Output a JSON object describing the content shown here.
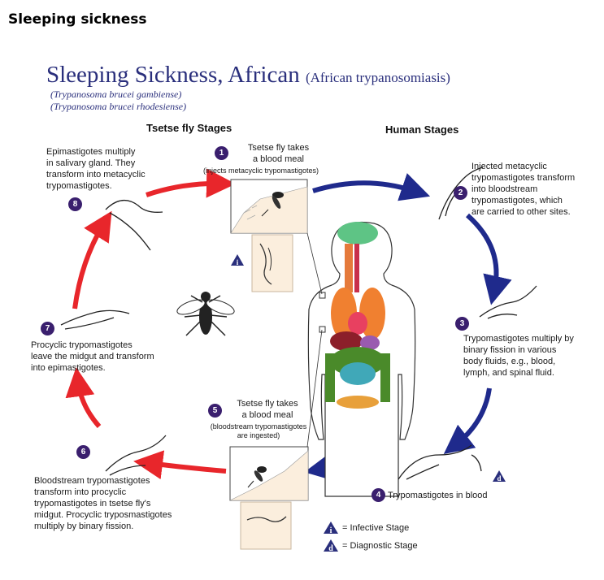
{
  "page_heading": "Sleeping sickness",
  "title": {
    "main": "Sleeping Sickness, African",
    "sub": "(African trypanosomiasis)"
  },
  "species": [
    "(Trypanosoma brucei gambiense)",
    "(Trypanosoma brucei rhodesiense)"
  ],
  "columns": {
    "tsetse": "Tsetse fly Stages",
    "human": "Human Stages"
  },
  "steps": [
    {
      "n": "1",
      "lines": [
        "Tsetse fly takes",
        "a blood meal"
      ],
      "note": "(injects metacyclic trypomastigotes)"
    },
    {
      "n": "2",
      "lines": [
        "Injected metacyclic",
        "trypomastigotes transform",
        "into bloodstream",
        "trypomastigotes, which",
        "are carried to other sites."
      ]
    },
    {
      "n": "3",
      "lines": [
        "Trypomastigotes multiply by",
        "binary fission in various",
        "body fluids, e.g., blood,",
        "lymph, and spinal fluid."
      ]
    },
    {
      "n": "4",
      "lines": [
        "Trypomastigotes in blood"
      ]
    },
    {
      "n": "5",
      "lines": [
        "Tsetse fly takes",
        "a blood meal"
      ],
      "note": [
        "(bloodstream trypomastigotes",
        "are ingested)"
      ]
    },
    {
      "n": "6",
      "lines": [
        "Bloodstream trypomastigotes",
        "transform into procyclic",
        "trypomastigotes in tsetse fly's",
        "midgut. Procyclic tryposmastigotes",
        "multiply by binary fission."
      ]
    },
    {
      "n": "7",
      "lines": [
        "Procyclic trypomastigotes",
        "leave the midgut and transform",
        "into epimastigotes."
      ]
    },
    {
      "n": "8",
      "lines": [
        "Epimastigotes multiply",
        "in salivary gland. They",
        "transform into metacyclic",
        "trypomastigotes."
      ]
    }
  ],
  "legend": {
    "infective_symbol": "i",
    "infective_label": "= Infective Stage",
    "diagnostic_symbol": "d",
    "diagnostic_label": "= Diagnostic Stage"
  },
  "colors": {
    "red_arrow": "#e8262b",
    "blue_arrow": "#1f2a8c",
    "badge": "#3a1f6e",
    "title": "#2a2f7c"
  }
}
